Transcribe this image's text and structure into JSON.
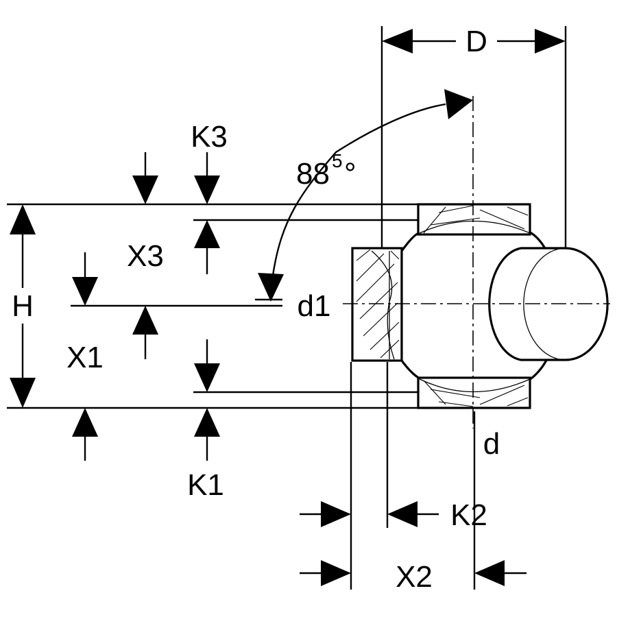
{
  "labels": {
    "D": "D",
    "K3": "K3",
    "angle_value": "88",
    "angle_fraction": "5",
    "angle_unit": "°",
    "H": "H",
    "X3": "X3",
    "X1": "X1",
    "d1": "d1",
    "d": "d",
    "K1": "K1",
    "K2": "K2",
    "X2": "X2"
  }
}
